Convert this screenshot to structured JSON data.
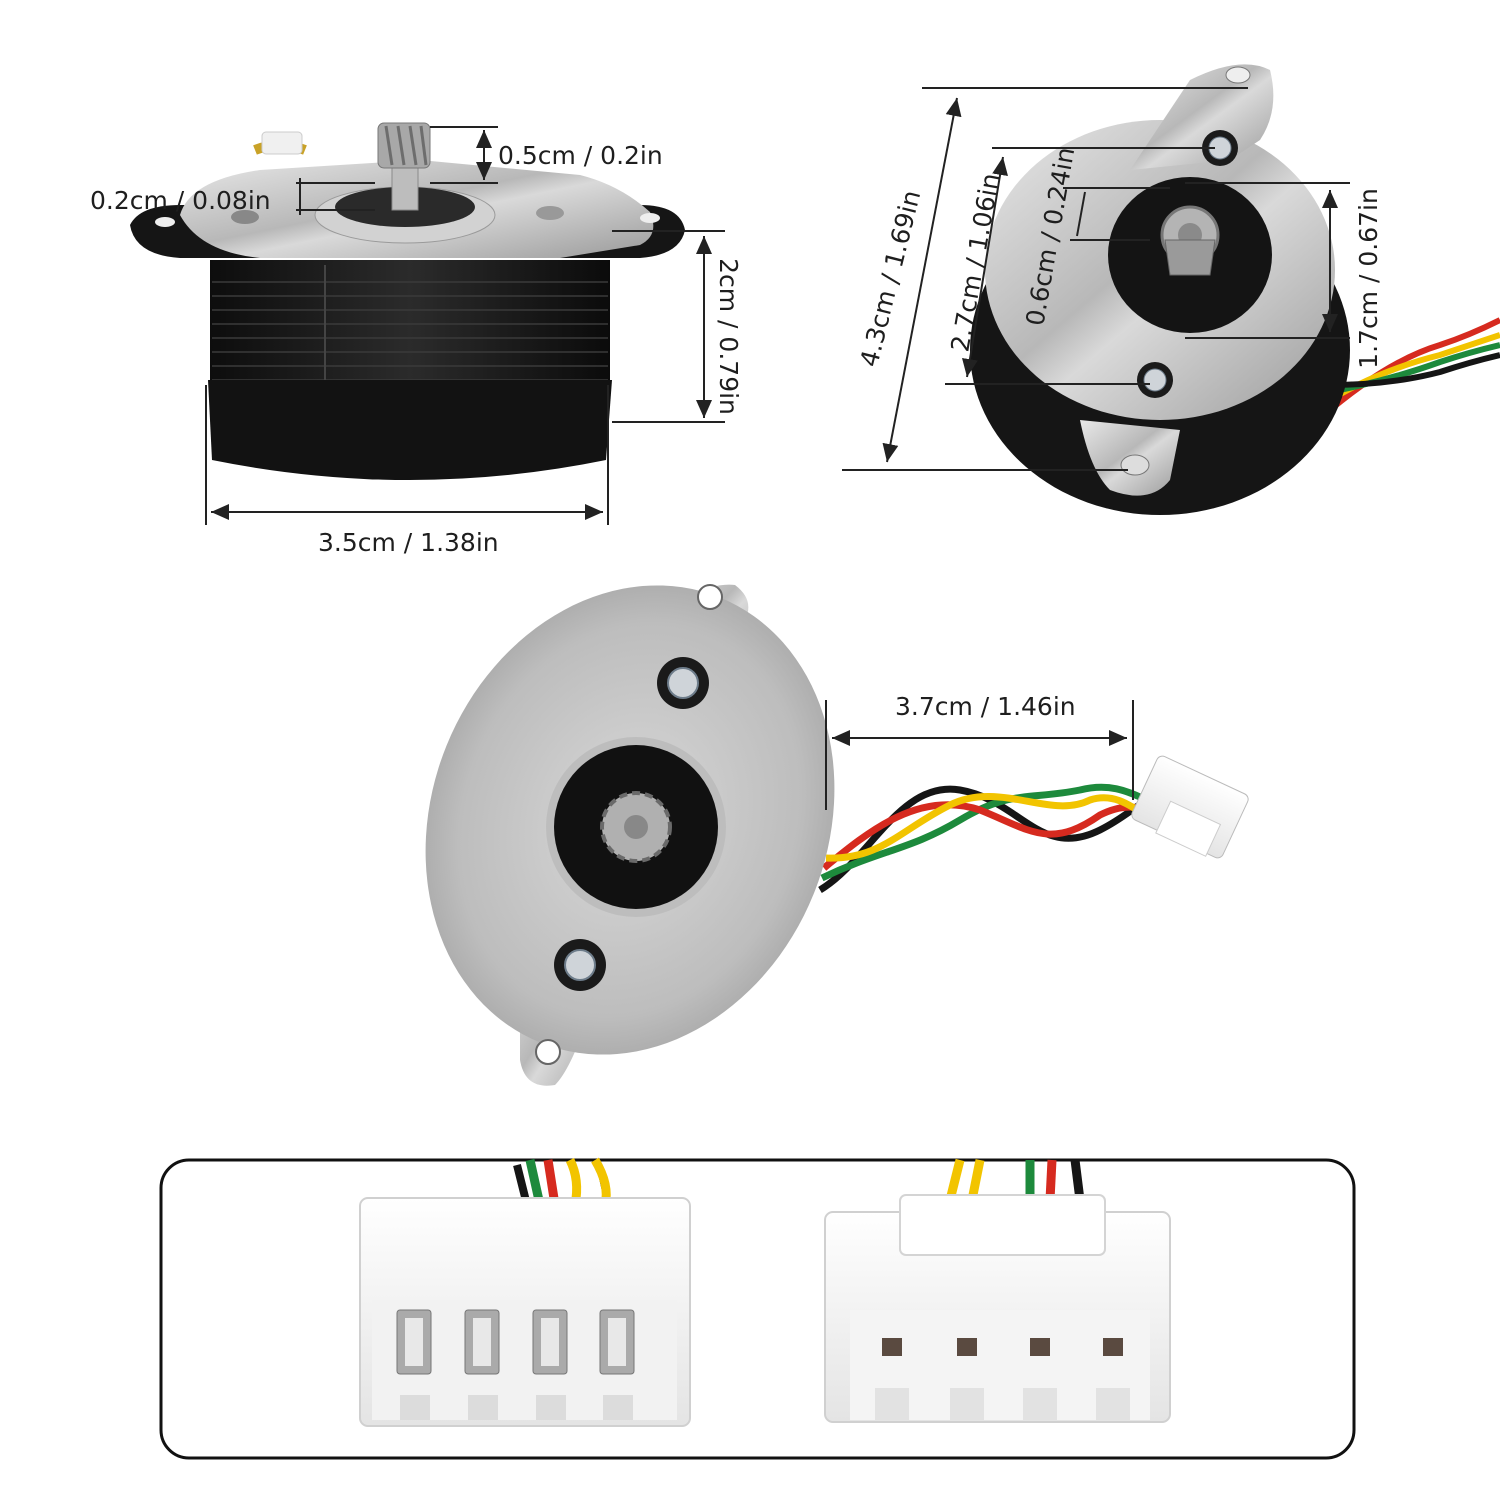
{
  "dimensions": {
    "gear_height": "0.5cm / 0.2in",
    "shaft_collar": "0.2cm / 0.08in",
    "body_height": "2cm / 0.79in",
    "body_width": "3.5cm / 1.38in",
    "flange_length": "4.3cm / 1.69in",
    "screw_spacing": "2.7cm / 1.06in",
    "gear_diameter": "0.6cm / 0.24in",
    "hub_diameter": "1.7cm / 0.67in",
    "cable_length": "3.7cm / 1.46in"
  },
  "colors": {
    "motor_body": "#1c1c1c",
    "aluminum_plate": "#c9c9c9",
    "wire_red": "#d62a1f",
    "wire_yellow": "#f2c400",
    "wire_green": "#1d8a3c",
    "wire_black": "#151515",
    "connector": "#f7f7f7"
  },
  "icons": [
    "stepper-motor-side",
    "stepper-motor-angled",
    "stepper-motor-front",
    "connector-pins",
    "connector-housing"
  ]
}
